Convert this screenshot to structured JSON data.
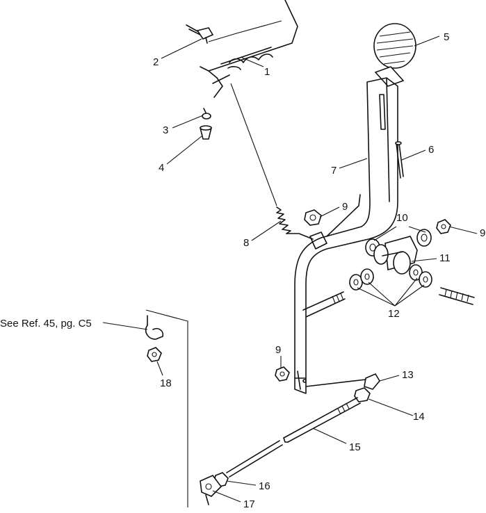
{
  "diagram": {
    "reference_note": "See Ref. 45, pg. C5",
    "callouts": [
      {
        "id": "c1",
        "text": "1"
      },
      {
        "id": "c2",
        "text": "2"
      },
      {
        "id": "c3",
        "text": "3"
      },
      {
        "id": "c4",
        "text": "4"
      },
      {
        "id": "c5",
        "text": "5"
      },
      {
        "id": "c6",
        "text": "6"
      },
      {
        "id": "c7",
        "text": "7"
      },
      {
        "id": "c8",
        "text": "8"
      },
      {
        "id": "c9a",
        "text": "9"
      },
      {
        "id": "c9b",
        "text": "9"
      },
      {
        "id": "c9c",
        "text": "9"
      },
      {
        "id": "c10",
        "text": "10"
      },
      {
        "id": "c11",
        "text": "11"
      },
      {
        "id": "c12",
        "text": "12"
      },
      {
        "id": "c13",
        "text": "13"
      },
      {
        "id": "c14",
        "text": "14"
      },
      {
        "id": "c15",
        "text": "15"
      },
      {
        "id": "c16",
        "text": "16"
      },
      {
        "id": "c17",
        "text": "17"
      },
      {
        "id": "c18",
        "text": "18"
      }
    ]
  }
}
